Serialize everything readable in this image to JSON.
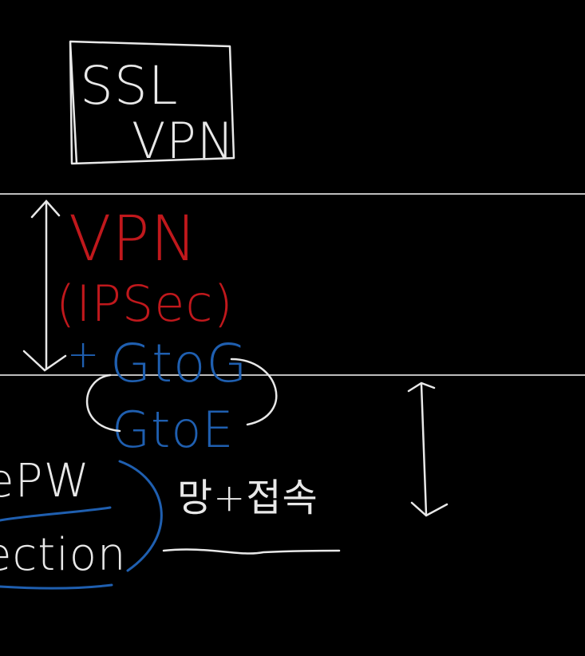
{
  "colors": {
    "background": "#000000",
    "white_ink": "#e8e8e8",
    "red_ink": "#c0181c",
    "blue_ink": "#1f5fb0",
    "rule": "#bdbdbd"
  },
  "box": {
    "line1": "SSL",
    "line2": "VPN"
  },
  "red": {
    "line1": "VPN",
    "line2": "(IPSec)"
  },
  "blue": {
    "plus": "+",
    "line1": "GtoG",
    "line2": "GtoE"
  },
  "left_fragments": {
    "top": "ePW",
    "bottom": "ection"
  },
  "korean_note": "망+접속"
}
